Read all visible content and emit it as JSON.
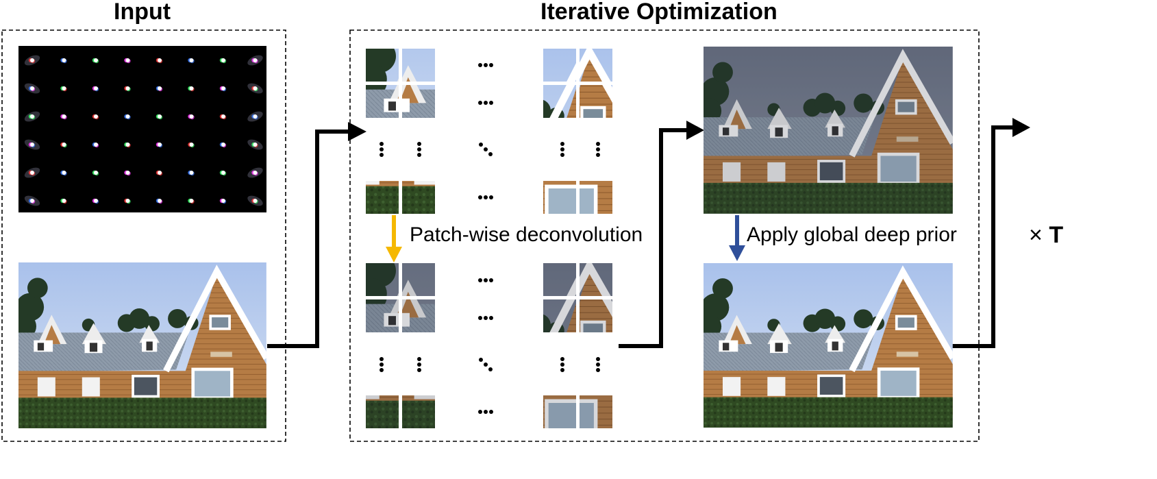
{
  "headings": {
    "input": "Input",
    "iterative": "Iterative Optimization"
  },
  "labels": {
    "patchwise": "Patch-wise deconvolution",
    "global_prior": "Apply global deep prior",
    "times_symbol": "×",
    "times_var": "T"
  },
  "colors": {
    "arrow_main": "#000000",
    "arrow_patchwise": "#F5B800",
    "arrow_global": "#2F4F9A",
    "box_border": "#000000",
    "sky_light": "#B8CBEA",
    "sky_dark": "#7E8799",
    "roof": "#8A98A8",
    "wall": "#B07A45",
    "hedge": "#2E4A22",
    "psf_bg": "#000000"
  },
  "icons": {
    "ellipsis_h": "horizontal-ellipsis-icon",
    "ellipsis_v": "vertical-ellipsis-icon",
    "ellipsis_d": "diagonal-ellipsis-icon"
  }
}
